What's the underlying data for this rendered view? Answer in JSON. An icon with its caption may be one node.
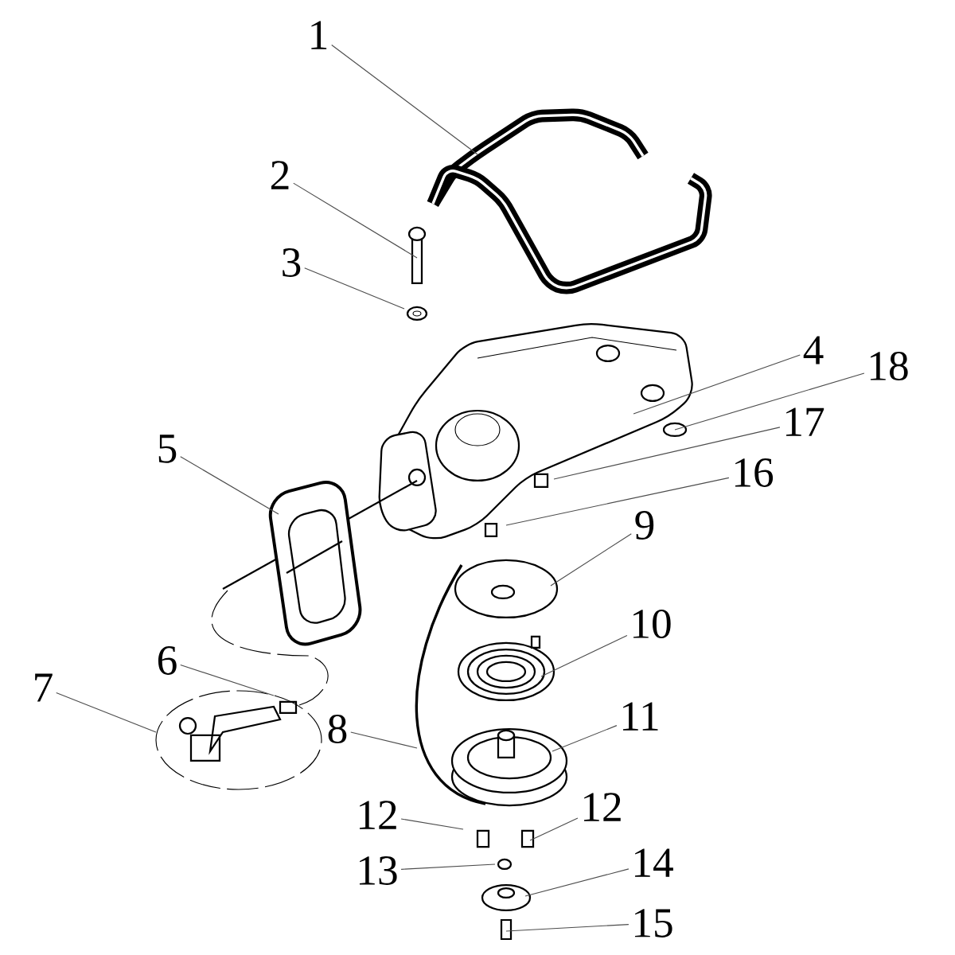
{
  "diagram": {
    "nodes": [
      {
        "text": [
          "1"
        ]
      },
      {
        "text": [
          "2"
        ]
      },
      {
        "text": [
          "3"
        ]
      },
      {
        "text": [
          "4"
        ]
      },
      {
        "text": [
          "18"
        ]
      },
      {
        "text": [
          "17"
        ]
      },
      {
        "text": [
          "16"
        ]
      },
      {
        "text": [
          "5"
        ]
      },
      {
        "text": [
          "9"
        ]
      },
      {
        "text": [
          "10"
        ]
      },
      {
        "text": [
          "6"
        ]
      },
      {
        "text": [
          "7"
        ]
      },
      {
        "text": [
          "8"
        ]
      },
      {
        "text": [
          "11"
        ]
      },
      {
        "text": [
          "12"
        ]
      },
      {
        "text": [
          "12"
        ]
      },
      {
        "text": [
          "13"
        ]
      },
      {
        "text": [
          "14"
        ]
      },
      {
        "text": [
          "15"
        ]
      }
    ],
    "edges": [
      {
        "from": 0,
        "to": null,
        "arrow": "none"
      },
      {
        "from": 1,
        "to": null,
        "arrow": "none"
      },
      {
        "from": 2,
        "to": null,
        "arrow": "none"
      },
      {
        "from": 3,
        "to": null,
        "arrow": "none"
      },
      {
        "from": 4,
        "to": null,
        "arrow": "none"
      },
      {
        "from": 5,
        "to": null,
        "arrow": "none"
      },
      {
        "from": 6,
        "to": null,
        "arrow": "none"
      },
      {
        "from": 7,
        "to": null,
        "arrow": "none"
      },
      {
        "from": 8,
        "to": null,
        "arrow": "none"
      },
      {
        "from": 9,
        "to": null,
        "arrow": "none"
      },
      {
        "from": 10,
        "to": null,
        "arrow": "none"
      },
      {
        "from": 11,
        "to": null,
        "arrow": "none"
      },
      {
        "from": 12,
        "to": null,
        "arrow": "none"
      },
      {
        "from": 13,
        "to": null,
        "arrow": "none"
      },
      {
        "from": 14,
        "to": null,
        "arrow": "none"
      },
      {
        "from": 15,
        "to": null,
        "arrow": "none"
      },
      {
        "from": 16,
        "to": null,
        "arrow": "none"
      },
      {
        "from": 17,
        "to": null,
        "arrow": "none"
      },
      {
        "from": 18,
        "to": null,
        "arrow": "none"
      }
    ]
  }
}
